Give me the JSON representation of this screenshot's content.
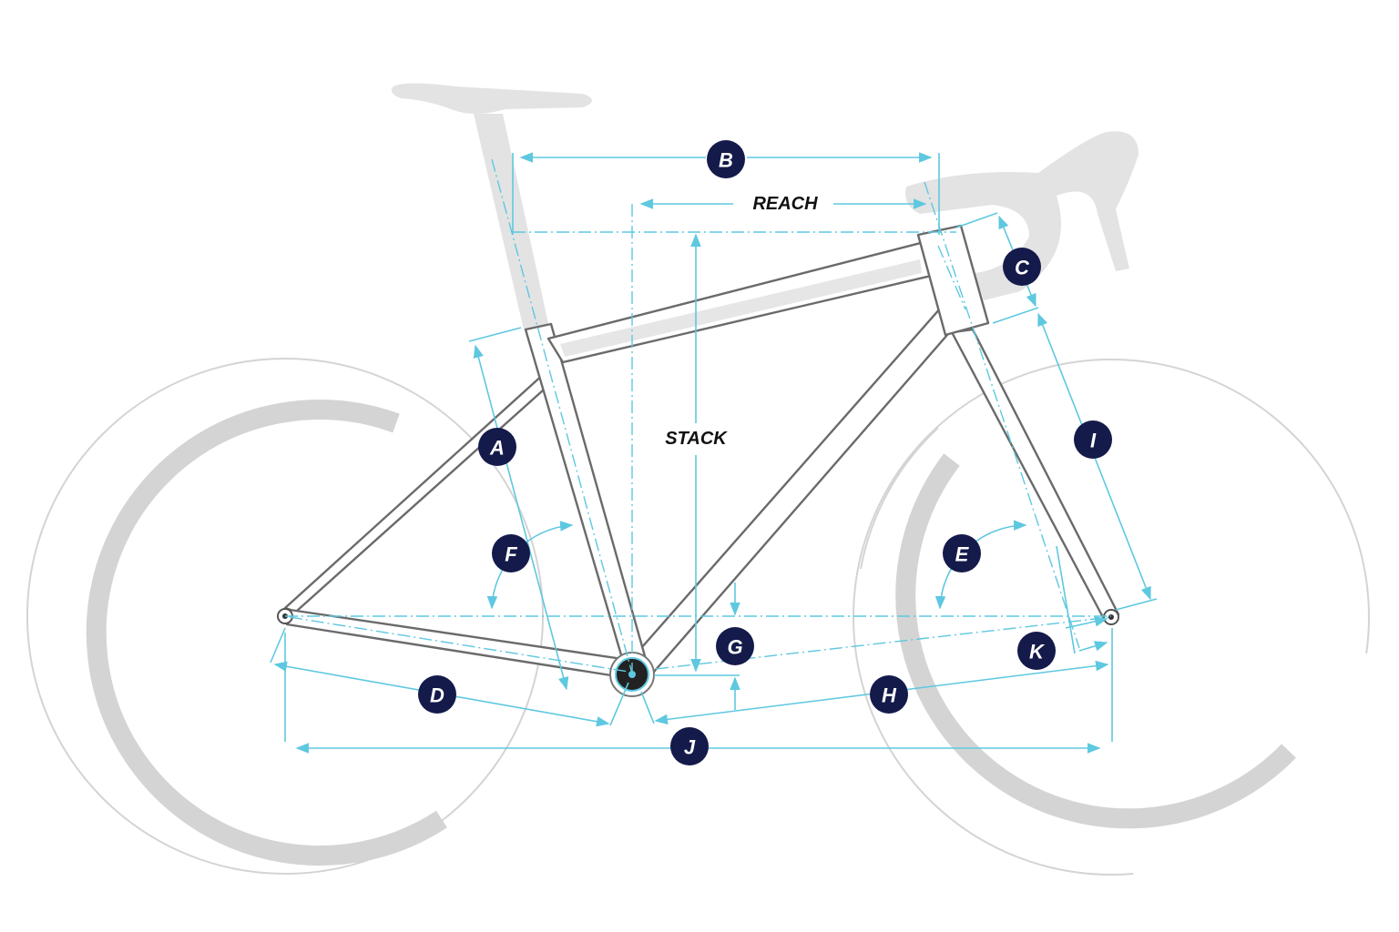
{
  "diagram": {
    "labels": {
      "reach": "REACH",
      "stack": "STACK"
    },
    "badges": {
      "A": "A",
      "B": "B",
      "C": "C",
      "D": "D",
      "E": "E",
      "F": "F",
      "G": "G",
      "H": "H",
      "I": "I",
      "J": "J",
      "K": "K"
    },
    "colors": {
      "dimension_lines": "#5ec8e0",
      "badge": "#141a4a",
      "frame_outline": "#6a6a6a",
      "ghost_parts": "#e3e3e3"
    }
  }
}
